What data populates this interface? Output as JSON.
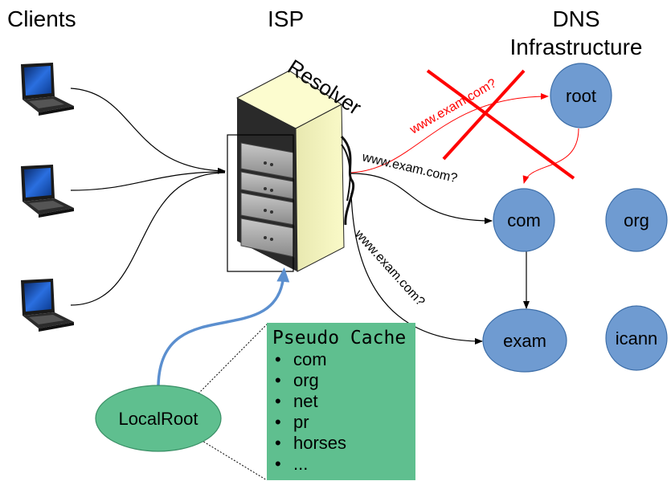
{
  "headers": {
    "clients": "Clients",
    "isp": "ISP",
    "dns_line1": "DNS",
    "dns_line2": "Infrastructure"
  },
  "resolver": {
    "label": "Resolver"
  },
  "queries": {
    "blocked": "www.exam.com?",
    "to_com": "www.exam.com?",
    "to_exam": "www.exam.com?"
  },
  "nodes": {
    "root": "root",
    "com": "com",
    "org": "org",
    "exam": "exam",
    "icann": "icann",
    "localroot": "LocalRoot"
  },
  "pseudo_cache": {
    "title": "Pseudo Cache",
    "items": [
      "com",
      "org",
      "net",
      "pr",
      "horses",
      "..."
    ]
  },
  "colors": {
    "dns_node": "#6f9bd1",
    "dns_node_stroke": "#3d6ea8",
    "localroot": "#5fbf8f",
    "cache_box": "#5fbf8f",
    "blocked": "#ff0000",
    "local_arrow": "#5b8fcf",
    "server_cabinet": "#fafac8"
  },
  "icons": {
    "client": "laptop-icon",
    "resolver": "server-rack-icon"
  }
}
